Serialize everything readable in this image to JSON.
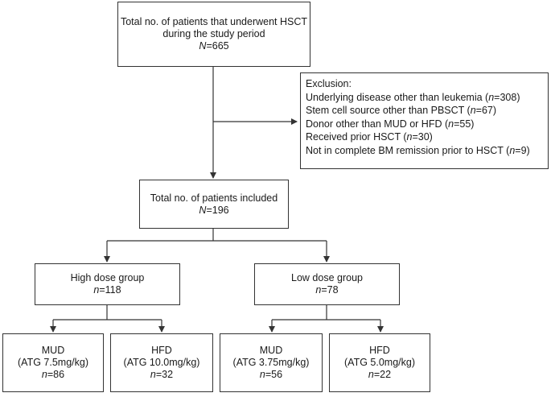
{
  "total": {
    "line1": "Total no. of patients that underwent HSCT",
    "line2": "during the study period",
    "n_label": "N",
    "n_value": "=665"
  },
  "exclusion": {
    "heading": "Exclusion:",
    "items": [
      {
        "text": "Underlying disease other than leukemia (",
        "var": "n",
        "value": "=308)"
      },
      {
        "text": "Stem cell source other than PBSCT (",
        "var": "n",
        "value": "=67)"
      },
      {
        "text": "Donor other than MUD or HFD (",
        "var": "n",
        "value": "=55)"
      },
      {
        "text": "Received prior HSCT (",
        "var": "n",
        "value": "=30)"
      },
      {
        "text": "Not in complete BM remission prior to HSCT (",
        "var": "n",
        "value": "=9)"
      }
    ]
  },
  "included": {
    "line1": "Total no. of patients included",
    "n_label": "N",
    "n_value": "=196"
  },
  "high_dose": {
    "line1": "High dose group",
    "n_label": "n",
    "n_value": "=118"
  },
  "low_dose": {
    "line1": "Low dose group",
    "n_label": "n",
    "n_value": "=78"
  },
  "groups": [
    {
      "donor": "MUD",
      "atg": "(ATG 7.5mg/kg)",
      "n_label": "n",
      "n_value": "=86"
    },
    {
      "donor": "HFD",
      "atg": "(ATG 10.0mg/kg)",
      "n_label": "n",
      "n_value": "=32"
    },
    {
      "donor": "MUD",
      "atg": "(ATG 3.75mg/kg)",
      "n_label": "n",
      "n_value": "=56"
    },
    {
      "donor": "HFD",
      "atg": "(ATG 5.0mg/kg)",
      "n_label": "n",
      "n_value": "=22"
    }
  ]
}
